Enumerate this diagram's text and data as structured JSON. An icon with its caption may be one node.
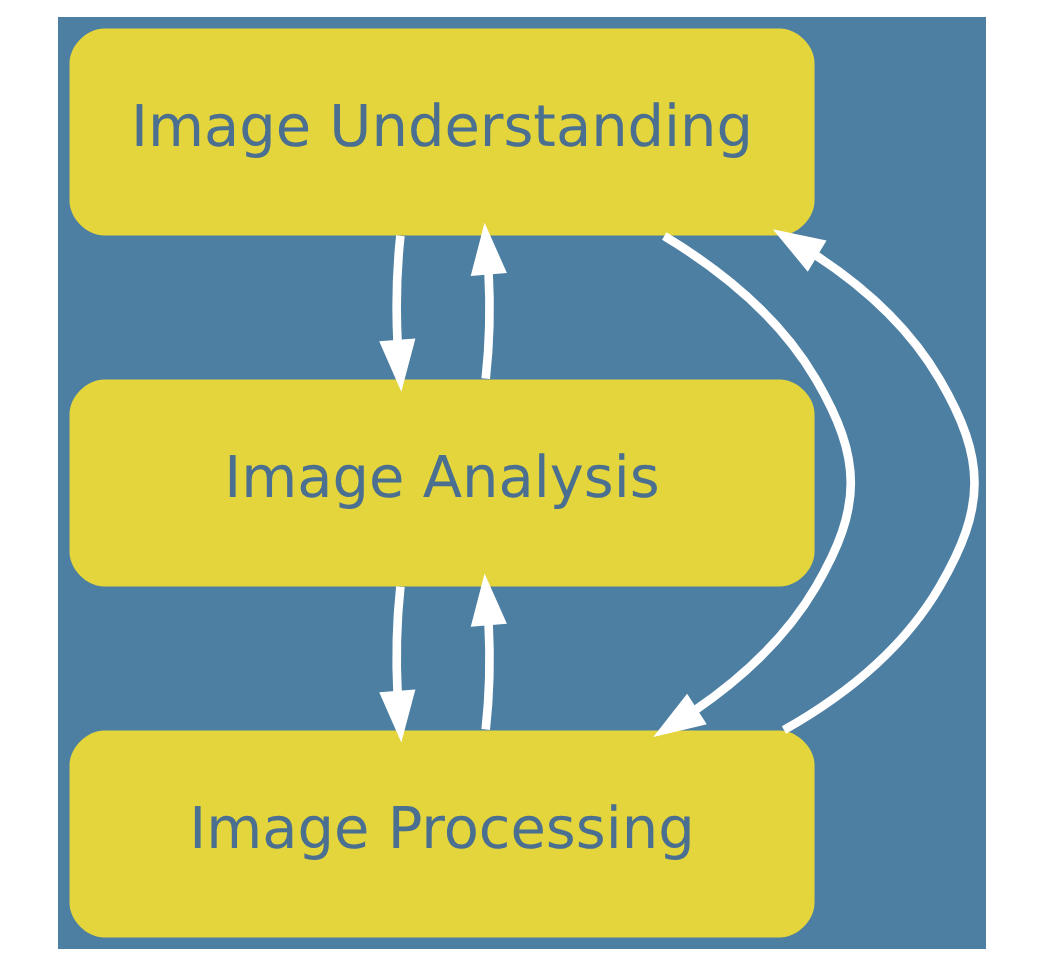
{
  "diagram": {
    "nodes": [
      {
        "text": [
          "Image Understanding"
        ]
      },
      {
        "text": [
          "Image Analysis"
        ]
      },
      {
        "text": [
          "Image Processing"
        ]
      }
    ],
    "edges": [
      {
        "from": 0,
        "to": 1,
        "arrow": "to"
      },
      {
        "from": 1,
        "to": 0,
        "arrow": "to"
      },
      {
        "from": 1,
        "to": 2,
        "arrow": "to"
      },
      {
        "from": 2,
        "to": 1,
        "arrow": "to"
      },
      {
        "from": 0,
        "to": 2,
        "arrow": "to"
      },
      {
        "from": 2,
        "to": 0,
        "arrow": "to"
      }
    ]
  }
}
